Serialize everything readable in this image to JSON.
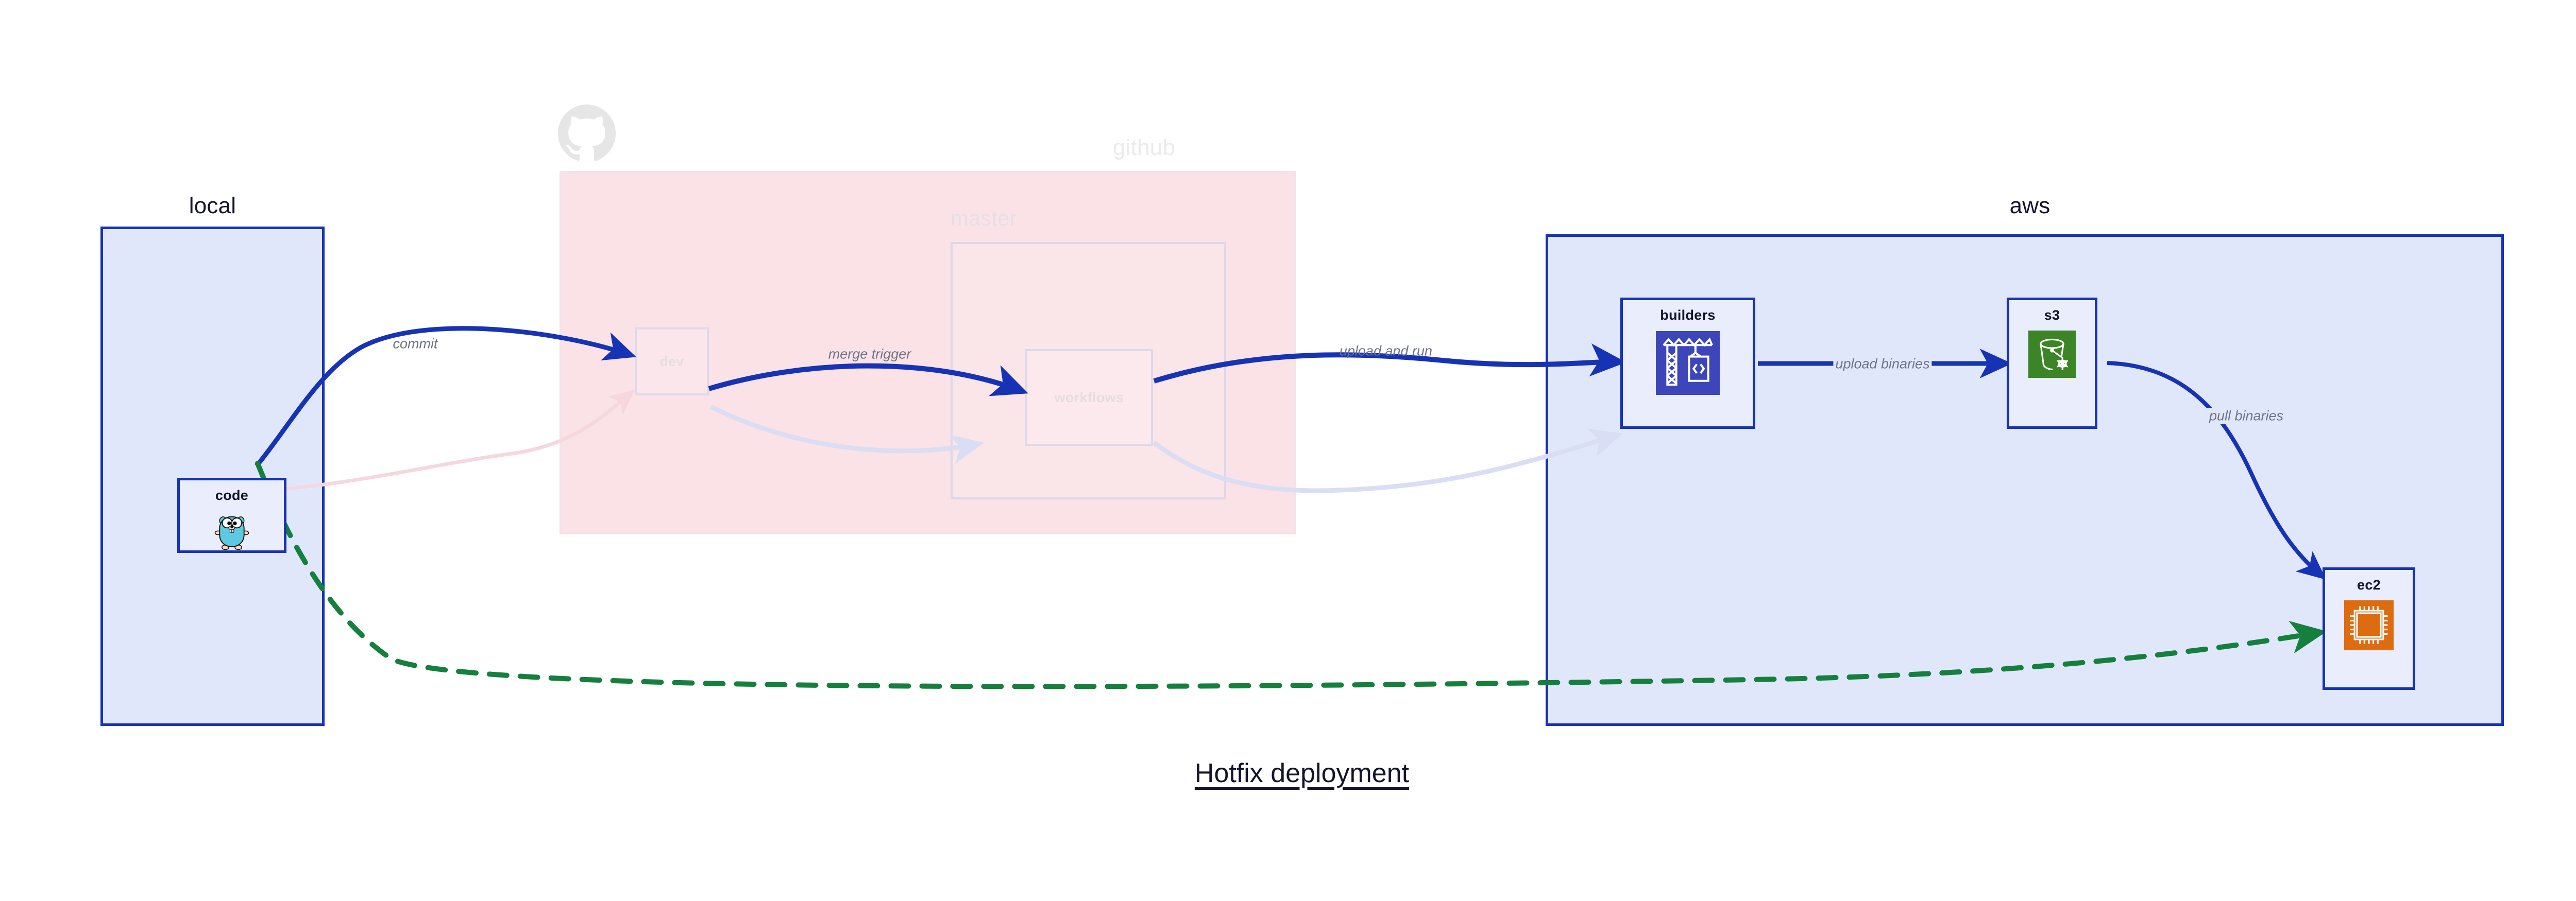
{
  "caption": "Hotfix deployment",
  "groups": [
    {
      "id": "local",
      "title": "local",
      "style": "blue"
    },
    {
      "id": "github",
      "title": "github",
      "style": "pink",
      "faded": true
    },
    {
      "id": "aws",
      "title": "aws",
      "style": "blue"
    }
  ],
  "subgroups": [
    {
      "id": "master",
      "title": "master",
      "parent": "github",
      "faded": true
    }
  ],
  "nodes": [
    {
      "id": "code",
      "label": "code",
      "group": "local",
      "icon": "go-gopher-icon",
      "faded": false
    },
    {
      "id": "dev",
      "label": "dev",
      "group": "github",
      "icon": null,
      "faded": true
    },
    {
      "id": "workflows",
      "label": "workflows",
      "group": "master",
      "icon": null,
      "faded": true
    },
    {
      "id": "builders",
      "label": "builders",
      "group": "aws",
      "icon": "aws-codebuild-icon",
      "faded": false
    },
    {
      "id": "s3",
      "label": "s3",
      "group": "aws",
      "icon": "aws-s3-glacier-icon",
      "faded": false
    },
    {
      "id": "ec2",
      "label": "ec2",
      "group": "aws",
      "icon": "aws-ec2-icon",
      "faded": false
    }
  ],
  "edges": [
    {
      "id": "commit",
      "label": "commit",
      "from": "code",
      "to": "dev",
      "color": "#1733b5",
      "style": "solid"
    },
    {
      "id": "merge-trigger",
      "label": "merge trigger",
      "from": "dev",
      "to": "workflows",
      "color": "#1733b5",
      "style": "solid"
    },
    {
      "id": "upload-and-run",
      "label": "upload and run",
      "from": "workflows",
      "to": "builders",
      "color": "#1733b5",
      "style": "solid"
    },
    {
      "id": "upload-binaries",
      "label": "upload binaries",
      "from": "builders",
      "to": "s3",
      "color": "#1733b5",
      "style": "solid"
    },
    {
      "id": "pull-binaries",
      "label": "pull binaries",
      "from": "s3",
      "to": "ec2",
      "color": "#1733b5",
      "style": "solid"
    },
    {
      "id": "hotfix-direct",
      "label": "",
      "from": "code",
      "to": "ec2",
      "color": "#15803d",
      "style": "dashed"
    }
  ],
  "colors": {
    "accent_blue": "#1733b5",
    "group_blue_fill": "#e1e7fb",
    "group_pink_fill": "#fae2e7",
    "node_fill": "#eaeefc",
    "edge_label_gray": "#6d7487",
    "hotfix_green": "#15803d",
    "aws_codebuild_purple": "#3d45ba",
    "aws_s3_green": "#3c8527",
    "aws_ec2_orange": "#dd6b10",
    "gopher_cyan": "#5dc9e2",
    "text_dark": "#12142b"
  }
}
